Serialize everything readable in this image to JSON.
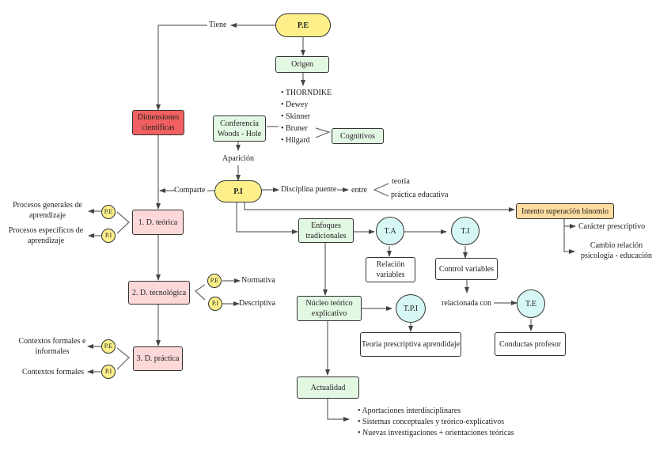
{
  "nodes": {
    "pe_main": "P.E",
    "origen": "Origen",
    "dimensiones": "Dimensiones científicas",
    "conferencia": "Conferencia Woods - Hole",
    "cognitivos": "Cognitivos",
    "pi_main": "P.I",
    "d_teorica": "1. D. teórica",
    "d_tecnologica": "2. D. tecnológica",
    "d_practica": "3. D. práctica",
    "enfoques": "Enfoques tradicionales",
    "ta": "T.A",
    "ti": "T.I",
    "relacion_variables": "Relación variables",
    "control_variables": "Control variables",
    "intento": "Intento superación binomio",
    "nucleo": "Núcleo teórico explicativo",
    "tpi": "T.P.I",
    "teoria_prescriptiva": "Teoría prescriptiva aprendidaje",
    "te": "T.E",
    "conductas": "Conductas profesor",
    "actualidad": "Actualidad",
    "teorica_pe": "P.E",
    "teorica_pi": "P.I",
    "tecno_pe": "P.E",
    "tecno_pi": "P.I",
    "practica_pe": "P.E",
    "practica_pi": "P.I"
  },
  "labels": {
    "tiene": "Tiene",
    "aparicion": "Aparición",
    "comparte": "Comparte",
    "disciplina_puente": "Disciplina puente",
    "entre": "entre",
    "teoria": "teoría",
    "practica_educativa": "práctica educativa",
    "procesos_generales": "Procesos generales de aprendizaje",
    "procesos_especificos": "Procesos específicos de aprendizaje",
    "normativa": "Normativa",
    "descriptiva": "Descriptiva",
    "contextos_formales_informales": "Contextos formales e informales",
    "contextos_formales": "Contextos formales",
    "caracter_prescriptivo": "Carácter prescriptivo",
    "cambio_relacion": "Cambio relación psicología - educación",
    "relacionada_con": "relacionada con"
  },
  "origen_list": [
    "THORNDIKE",
    "Dewey",
    "Skinner",
    "Bruner",
    "Hilgard"
  ],
  "actualidad_list": [
    "Aportaciones interdisciplinares",
    "Sistemas conceptuales y teórico-explicativos",
    "Nuevas investigaciones + orientaciones teóricas"
  ],
  "colors": {
    "pill_yellow": "#fdf08a",
    "green_box": "#e3f8e3",
    "red_box": "#f06060",
    "pink_box": "#fcd8d8",
    "orange_box": "#fddca0",
    "cyan_circle": "#d6f7f3",
    "edge": "#555555"
  }
}
